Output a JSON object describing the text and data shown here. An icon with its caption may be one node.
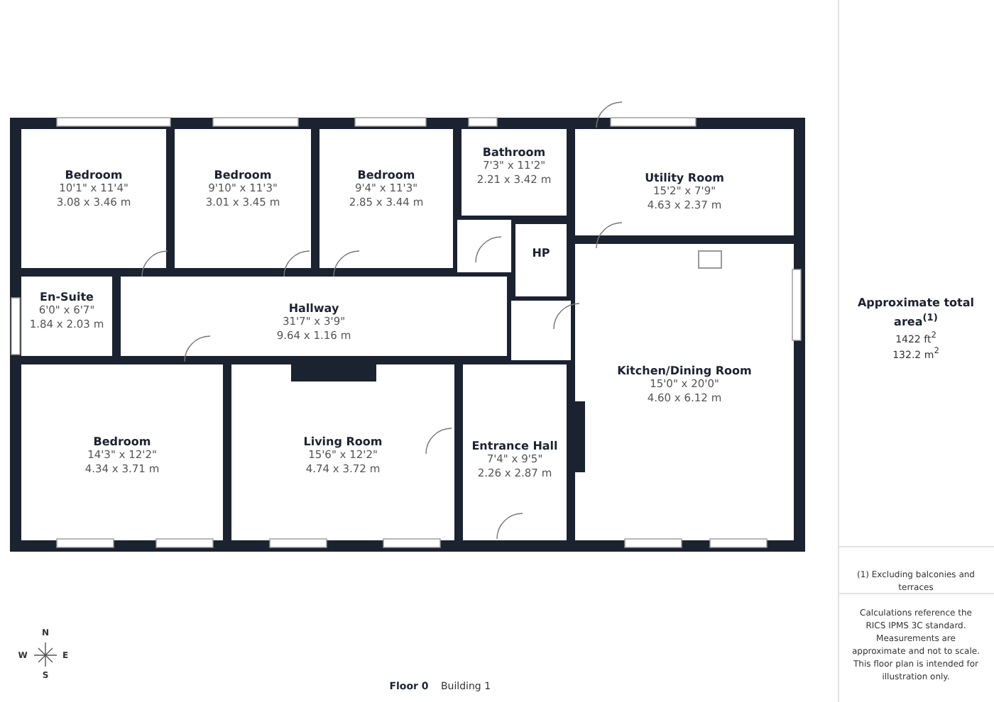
{
  "diagram": {
    "nodes": [
      {
        "text": [
          "Bedroom",
          "10'1\" x 11'4\"",
          "3.08 x 3.46 m"
        ]
      },
      {
        "text": [
          "Bedroom",
          "9'10\" x 11'3\"",
          "3.01 x 3.45 m"
        ]
      },
      {
        "text": [
          "Bedroom",
          "9'4\" x 11'3\"",
          "2.85 x 3.44 m"
        ]
      },
      {
        "text": [
          "Bathroom",
          "7'3\" x 11'2\"",
          "2.21 x 3.42 m"
        ]
      },
      {
        "text": [
          "Utility Room",
          "15'2\" x 7'9\"",
          "4.63 x 2.37 m"
        ]
      },
      {
        "text": [
          "HP"
        ]
      },
      {
        "text": [
          "En-Suite",
          "6'0\" x 6'7\"",
          "1.84 x 2.03 m"
        ]
      },
      {
        "text": [
          "Hallway",
          "31'7\" x 3'9\"",
          "9.64 x 1.16 m"
        ]
      },
      {
        "text": [
          "Bedroom",
          "14'3\" x 12'2\"",
          "4.34 x 3.71 m"
        ]
      },
      {
        "text": [
          "Living Room",
          "15'6\" x 12'2\"",
          "4.74 x 3.72 m"
        ]
      },
      {
        "text": [
          "Entrance Hall",
          "7'4\" x 9'5\"",
          "2.26 x 2.87 m"
        ]
      },
      {
        "text": [
          "Kitchen/Dining Room",
          "15'0\" x 20'0\"",
          "4.60 x 6.12 m"
        ]
      }
    ],
    "labels": [
      "Approximate total area$^{(1)}$",
      "1422 ft$^{2}$",
      "132.2 m$^{2}$",
      "(1) Excluding balconies and terraces",
      "Calculations reference the RICS IPMS 3C standard. Measurements are approximate and not to scale. This floor plan is intended for illustration only.",
      "N",
      "W",
      "E",
      "S",
      "Floor 0",
      "Building 1"
    ]
  }
}
